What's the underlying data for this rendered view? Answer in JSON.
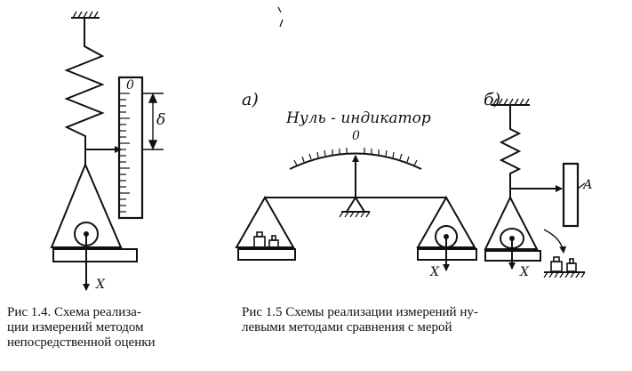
{
  "fig14": {
    "scale_zero": "0",
    "delta": "δ",
    "axis_x": "X",
    "caption": [
      "Рис  1.4. Схема  реализа-",
      "ции  измерений  методом",
      "непосредственной оценки"
    ]
  },
  "fig15": {
    "label_a": "а)",
    "label_b": "б)",
    "null_indicator": "Нуль - индикатор",
    "scale_zero": "0",
    "pointer_a": "А",
    "axis_x": "X",
    "caption": [
      "Рис  1.5  Схемы  реализации  измерений  ну-",
      "левыми методами сравнения с мерой"
    ]
  }
}
